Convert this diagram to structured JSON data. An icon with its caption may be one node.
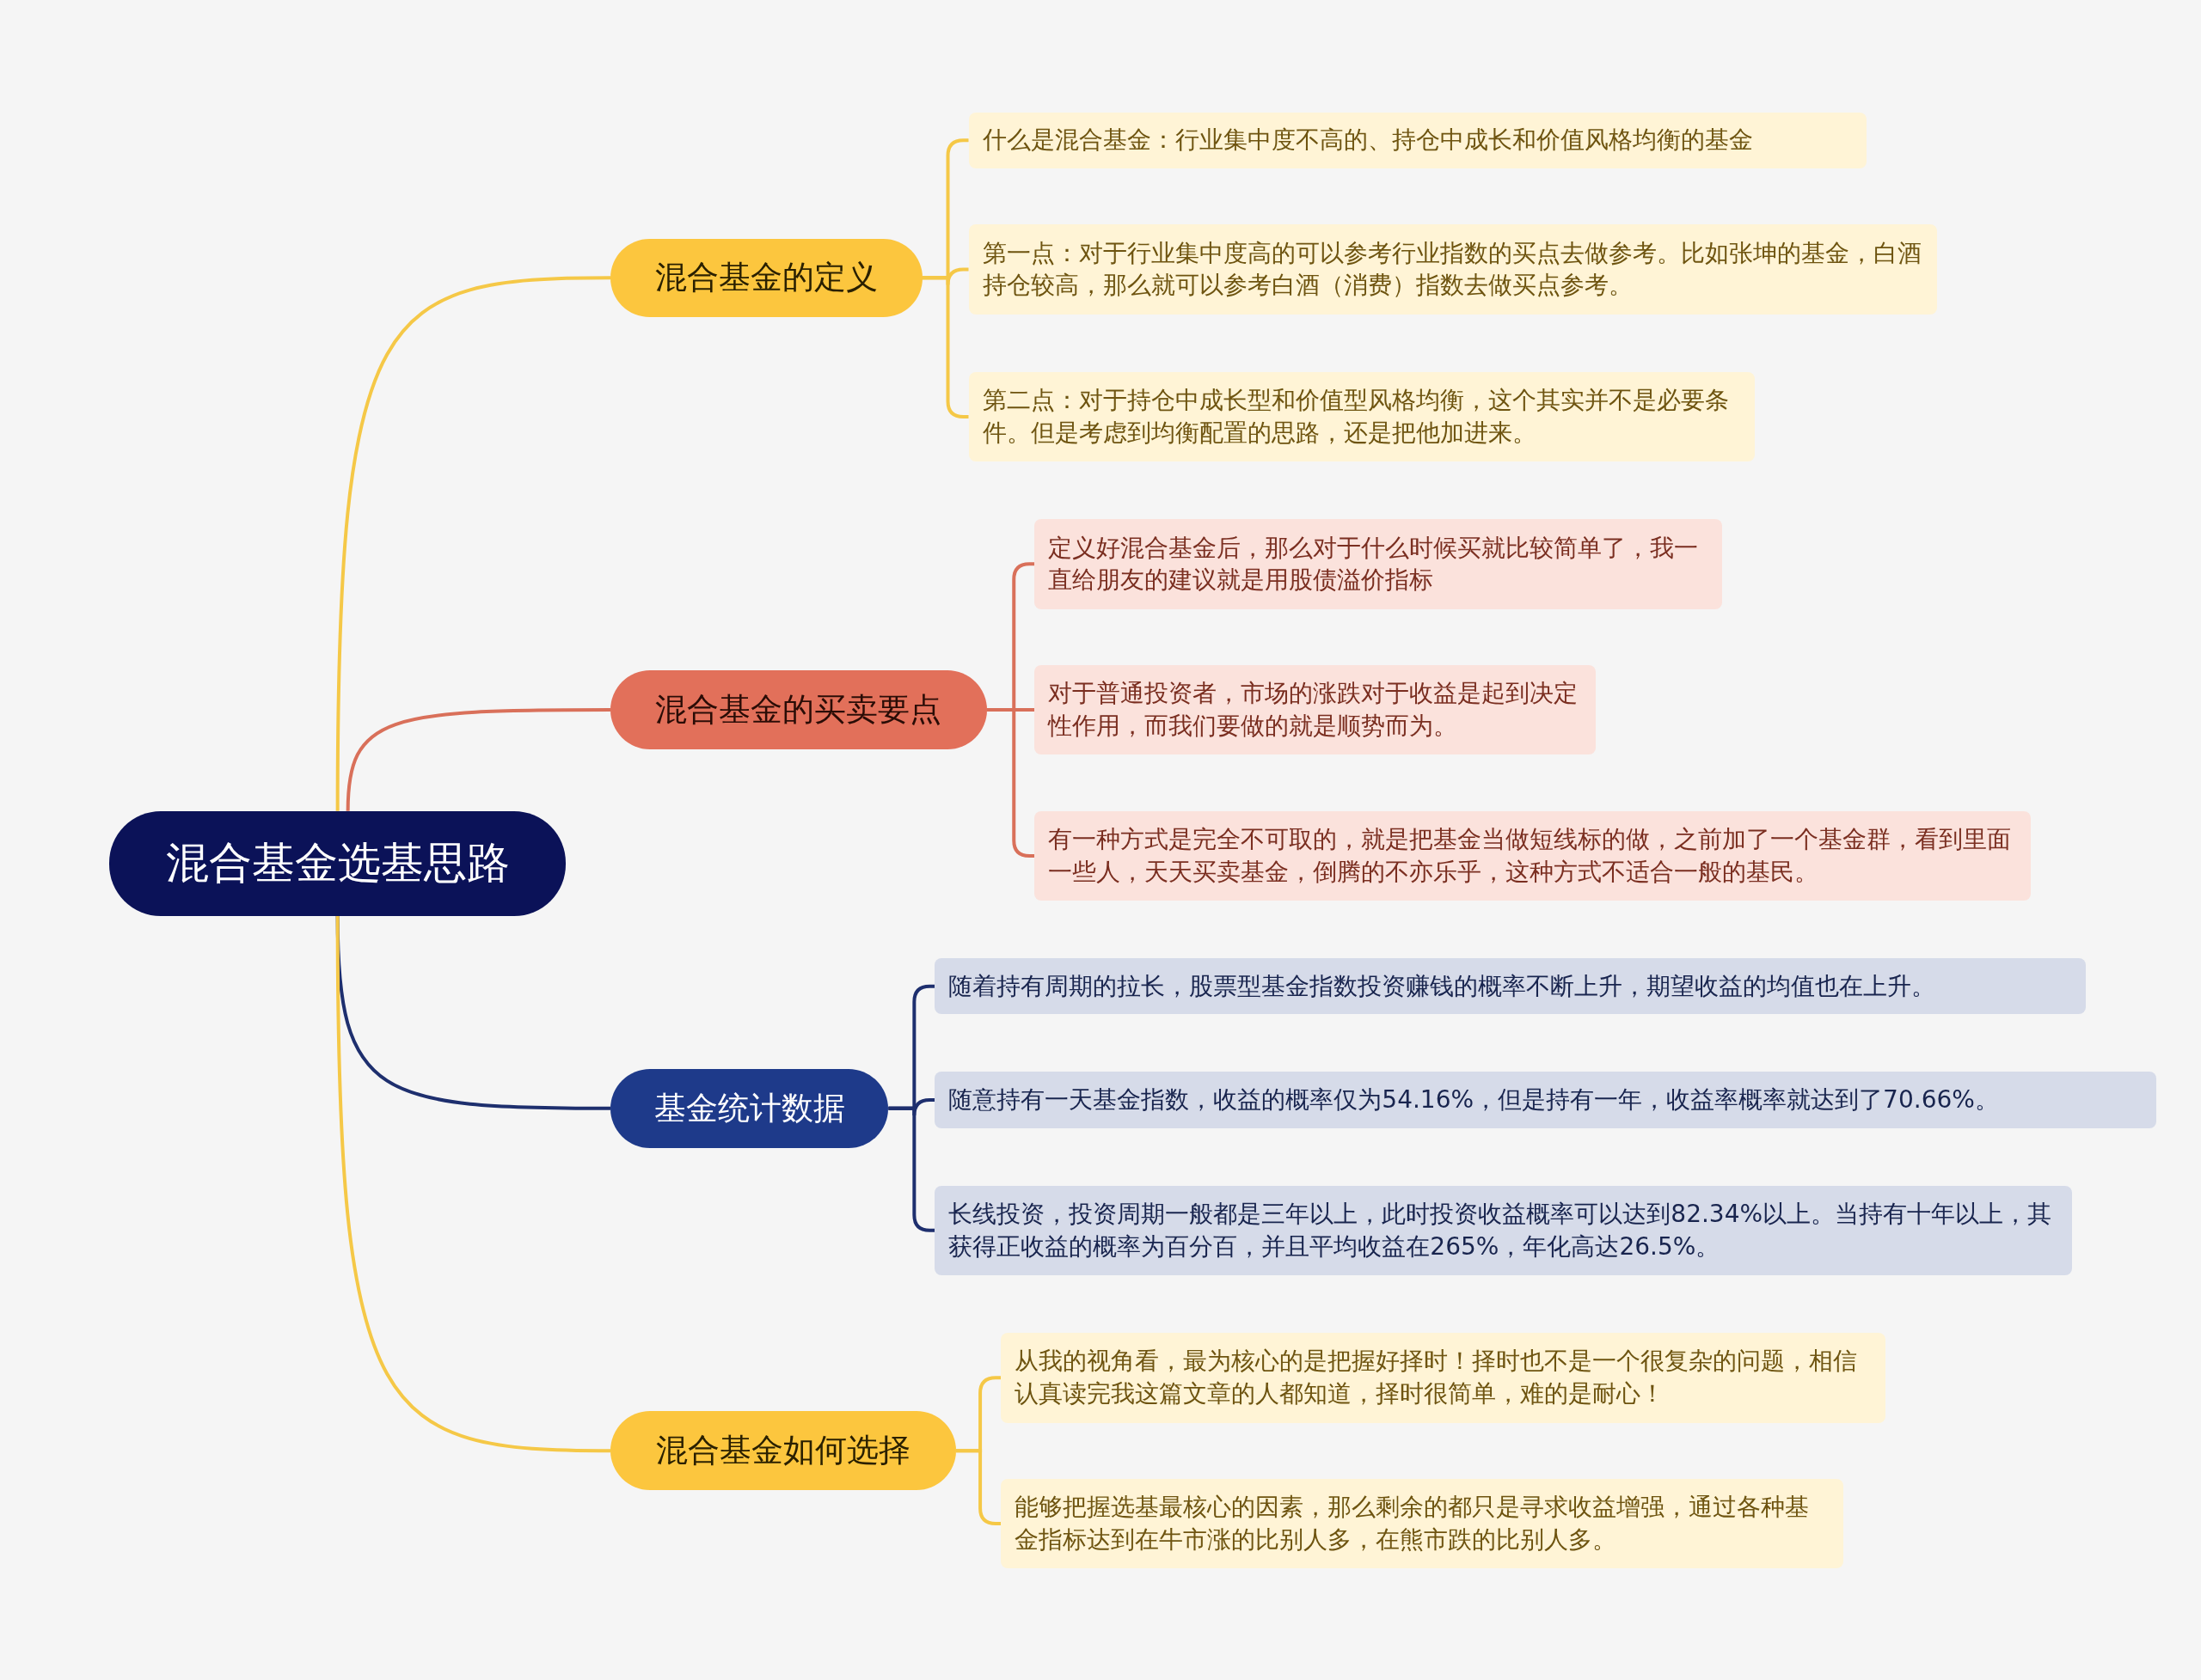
{
  "diagram": {
    "nodes": [
      {
        "text": [
          "混合基金选基思路"
        ]
      },
      {
        "text": [
          "混合基金的定义"
        ]
      },
      {
        "text": [
          "什么是混合基金：行业集中度不高的、持仓中成长和价值风格均衡的基金"
        ]
      },
      {
        "text": [
          "第一点：对于行业集中度高的可以参考行业指数的买点去做参考。比如张坤的基金，白酒持仓较高，那么就可以参考白酒（消费）指数去做买点参考。"
        ]
      },
      {
        "text": [
          "第二点：对于持仓中成长型和价值型风格均衡，这个其实并不是必要条件。但是考虑到均衡配置的思路，还是把他加进来。"
        ]
      },
      {
        "text": [
          "混合基金的买卖要点"
        ]
      },
      {
        "text": [
          "定义好混合基金后，那么对于什么时候买就比较简单了，我一直给朋友的建议就是用股债溢价指标"
        ]
      },
      {
        "text": [
          "对于普通投资者，市场的涨跌对于收益是起到决定性作用，而我们要做的就是顺势而为。"
        ]
      },
      {
        "text": [
          "有一种方式是完全不可取的，就是把基金当做短线标的做，之前加了一个基金群，看到里面一些人，天天买卖基金，倒腾的不亦乐乎，这种方式不适合一般的基民。"
        ]
      },
      {
        "text": [
          "基金统计数据"
        ]
      },
      {
        "text": [
          "随着持有周期的拉长，股票型基金指数投资赚钱的概率不断上升，期望收益的均值也在上升。"
        ]
      },
      {
        "text": [
          "随意持有一天基金指数，收益的概率仅为54.16%，但是持有一年，收益率概率就达到了70.66%。"
        ]
      },
      {
        "text": [
          "长线投资，投资周期一般都是三年以上，此时投资收益概率可以达到82.34%以上。当持有十年以上，其获得正收益的概率为百分百，并且平均收益在265%，年化高达26.5%。"
        ]
      },
      {
        "text": [
          "混合基金如何选择"
        ]
      },
      {
        "text": [
          "从我的视角看，最为核心的是把握好择时！择时也不是一个很复杂的问题，相信认真读完我这篇文章的人都知道，择时很简单，难的是耐心！"
        ]
      },
      {
        "text": [
          "能够把握选基最核心的因素，那么剩余的都只是寻求收益增强，通过各种基金指标达到在牛市涨的比别人多，在熊市跌的比别人多。"
        ]
      }
    ],
    "edges": [
      {
        "from": 0,
        "to": 1,
        "arrow": "none"
      },
      {
        "from": 1,
        "to": 2,
        "arrow": "none"
      },
      {
        "from": 1,
        "to": 3,
        "arrow": "none"
      },
      {
        "from": 1,
        "to": 4,
        "arrow": "none"
      },
      {
        "from": 0,
        "to": 5,
        "arrow": "none",
        "color": "#d9705a"
      },
      {
        "from": 5,
        "to": 6,
        "arrow": "none",
        "color": "#d9705a"
      },
      {
        "from": 5,
        "to": 7,
        "arrow": "none",
        "color": "#d9705a"
      },
      {
        "from": 5,
        "to": 8,
        "arrow": "none",
        "color": "#d9705a"
      },
      {
        "from": 0,
        "to": 9,
        "arrow": "none",
        "color": "#1e2f6e"
      },
      {
        "from": 9,
        "to": 10,
        "arrow": "none",
        "color": "#1e2f6e"
      },
      {
        "from": 9,
        "to": 11,
        "arrow": "none",
        "color": "#1e2f6e"
      },
      {
        "from": 9,
        "to": 12,
        "arrow": "none",
        "color": "#1e2f6e"
      },
      {
        "from": 0,
        "to": 13,
        "arrow": "none"
      },
      {
        "from": 13,
        "to": 14,
        "arrow": "none"
      },
      {
        "from": 13,
        "to": 15,
        "arrow": "none"
      }
    ]
  }
}
